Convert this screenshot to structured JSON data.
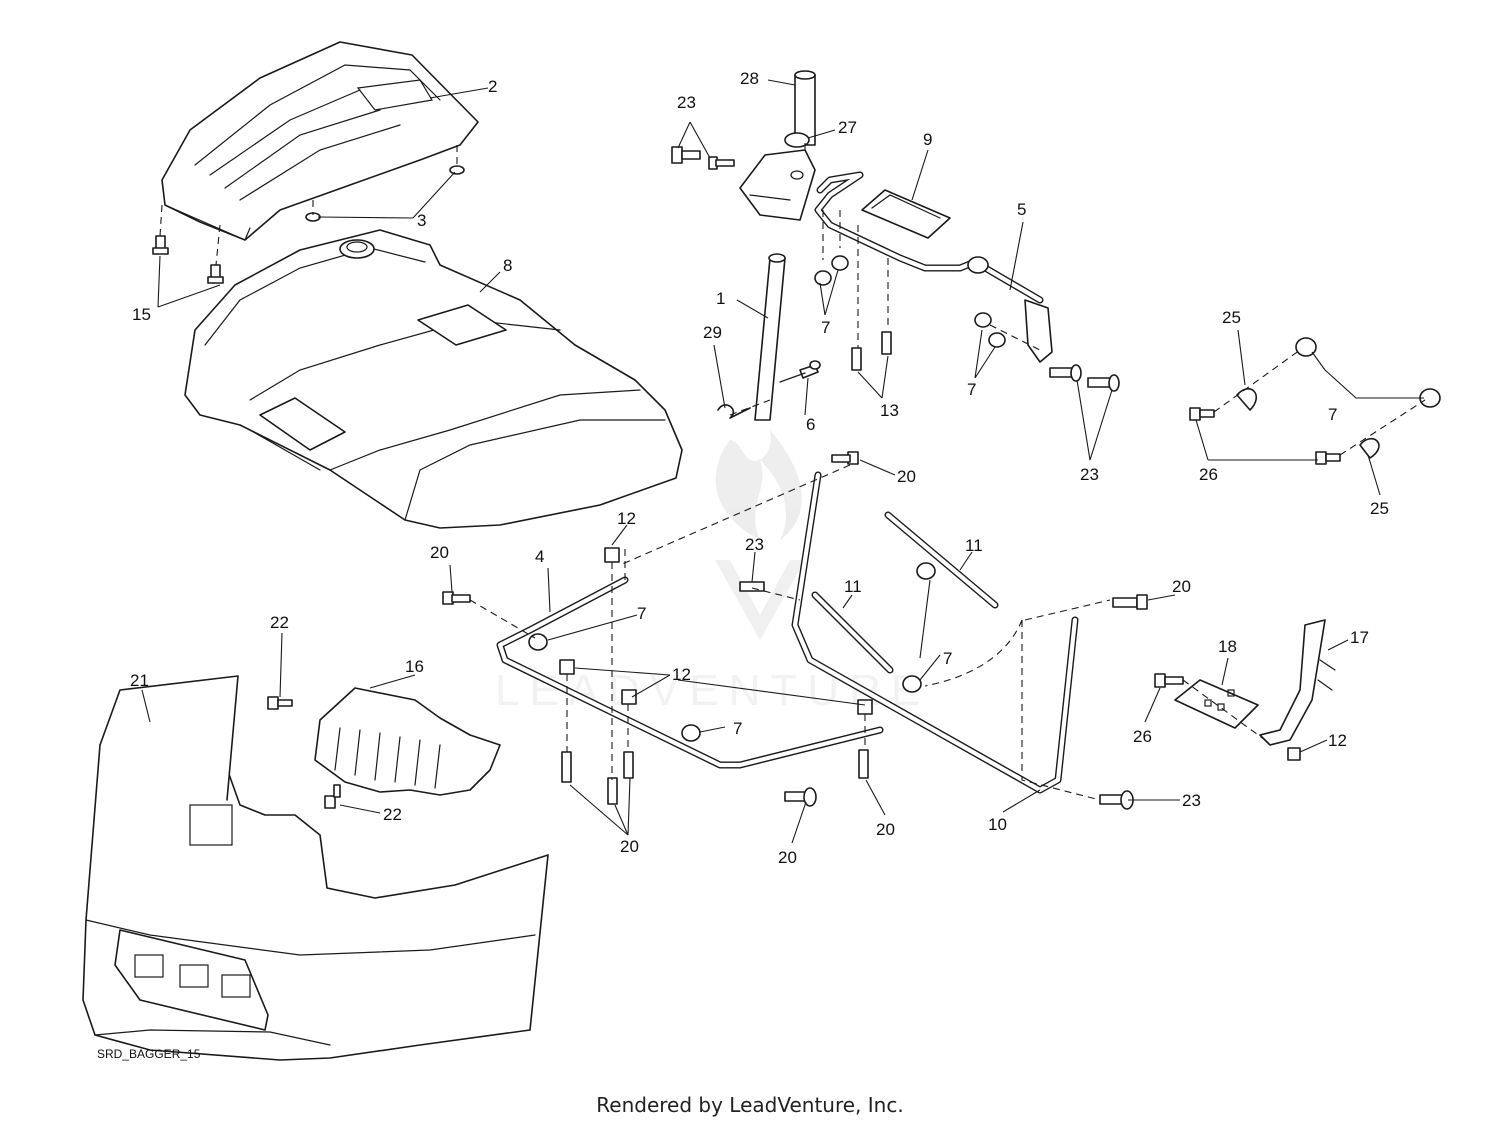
{
  "diagram": {
    "drawing_code": "SRD_BAGGER_15",
    "footer": "Rendered by LeadVenture, Inc.",
    "watermark": "LEADVENTURE",
    "callouts": {
      "c1": "1",
      "c2": "2",
      "c3": "3",
      "c4": "4",
      "c5": "5",
      "c6": "6",
      "c7a": "7",
      "c7b": "7",
      "c7c": "7",
      "c7d": "7",
      "c7e": "7",
      "c7f": "7",
      "c7g": "7",
      "c8": "8",
      "c9": "9",
      "c10": "10",
      "c11a": "11",
      "c11b": "11",
      "c12a": "12",
      "c12b": "12",
      "c12c": "12",
      "c13": "13",
      "c15": "15",
      "c16": "16",
      "c17": "17",
      "c18": "18",
      "c20a": "20",
      "c20b": "20",
      "c20c": "20",
      "c20d": "20",
      "c20e": "20",
      "c20f": "20",
      "c21": "21",
      "c22a": "22",
      "c22b": "22",
      "c23a": "23",
      "c23b": "23",
      "c23c": "23",
      "c23d": "23",
      "c25a": "25",
      "c25b": "25",
      "c26a": "26",
      "c26b": "26",
      "c27": "27",
      "c28": "28",
      "c29": "29"
    }
  }
}
